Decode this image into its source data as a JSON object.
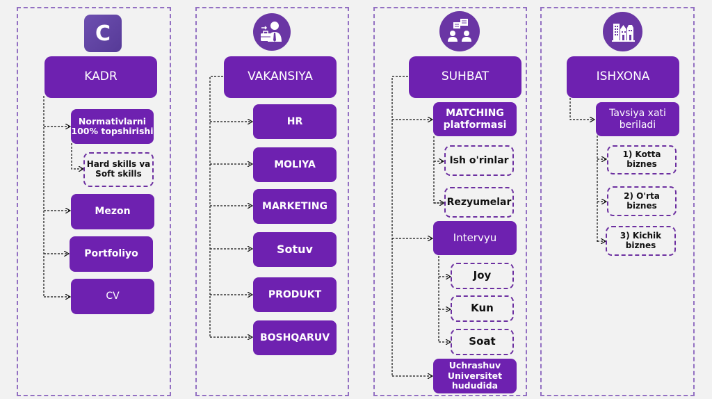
{
  "theme": {
    "accent": "#6e21b0",
    "border": "#9370c2",
    "background": "#f2f2f2"
  },
  "columns": [
    {
      "icon": "c-logo-icon",
      "icon_glyph": "C",
      "title": "KADR",
      "children": [
        {
          "label": "Normativlarni 100% topshirishi",
          "children": [
            {
              "label": "Hard skills va Soft skills"
            }
          ]
        },
        {
          "label": "Mezon"
        },
        {
          "label": "Portfoliyo"
        },
        {
          "label": "CV"
        }
      ]
    },
    {
      "icon": "recruiter-briefcase-icon",
      "title": "VAKANSIYA",
      "children": [
        {
          "label": "HR"
        },
        {
          "label": "MOLIYA"
        },
        {
          "label": "MARKETING"
        },
        {
          "label": "Sotuv"
        },
        {
          "label": "PRODUKT"
        },
        {
          "label": "BOSHQARUV"
        }
      ]
    },
    {
      "icon": "conversation-icon",
      "title": "SUHBAT",
      "children": [
        {
          "label": "MATCHING platformasi",
          "children": [
            {
              "label": "Ish o'rinlar"
            },
            {
              "label": "Rezyumelar"
            }
          ]
        },
        {
          "label": "Intervyu",
          "children": [
            {
              "label": "Joy"
            },
            {
              "label": "Kun"
            },
            {
              "label": "Soat"
            }
          ]
        },
        {
          "label": "Uchrashuv Universitet hududida"
        }
      ]
    },
    {
      "icon": "buildings-icon",
      "title": "ISHXONA",
      "children": [
        {
          "label": "Tavsiya xati beriladi",
          "children": [
            {
              "label": "1) Kotta biznes"
            },
            {
              "label": "2) O'rta biznes"
            },
            {
              "label": "3) Kichik biznes"
            }
          ]
        }
      ]
    }
  ]
}
